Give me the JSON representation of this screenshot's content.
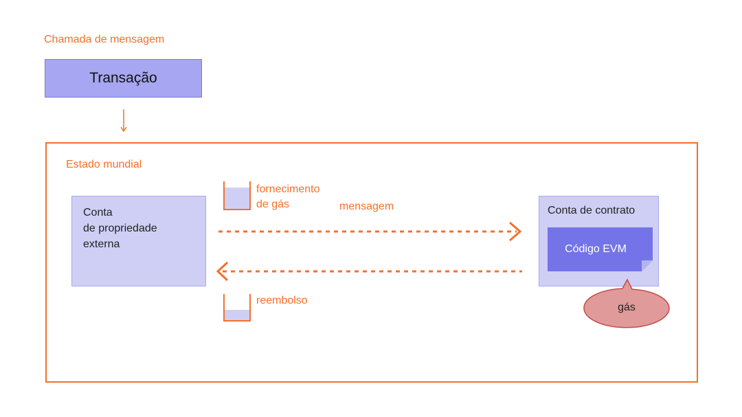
{
  "diagram": {
    "header_label": "Chamada de mensagem",
    "transaction_label": "Transação",
    "world_state_label": "Estado mundial",
    "eoa": {
      "lines": [
        "Conta",
        "de propriedade",
        "externa"
      ]
    },
    "contract": {
      "label": "Conta de contrato",
      "code_label": "Código EVM",
      "gas_label": "gás"
    },
    "gas_supply": {
      "line1": "fornecimento",
      "line2": "de gás"
    },
    "message_label": "mensagem",
    "refund_label": "reembolso",
    "colors": {
      "accent": "#f4702a",
      "transaction_fill": "#a6a6f2",
      "account_fill": "#cfcff5",
      "evm_fill": "#7474e8",
      "gas_fill": "#e09a9a",
      "gas_stroke": "#c44a4a"
    },
    "icons": [
      "down-arrow-icon",
      "right-arrow-icon",
      "left-arrow-icon",
      "gas-supply-cup-icon",
      "refund-cup-icon"
    ]
  }
}
